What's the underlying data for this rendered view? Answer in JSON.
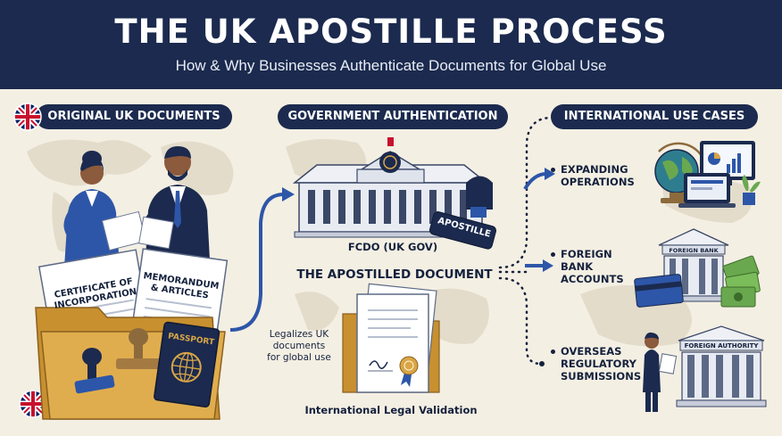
{
  "header": {
    "title": "THE UK APOSTILLE PROCESS",
    "subtitle": "How & Why Businesses Authenticate Documents for Global Use"
  },
  "sections": {
    "original": "ORIGINAL UK DOCUMENTS",
    "government": "GOVERNMENT AUTHENTICATION",
    "international": "INTERNATIONAL USE CASES"
  },
  "documents": {
    "certificate": [
      "CERTIFICATE OF",
      "INCORPORATION"
    ],
    "memorandum": [
      "MEMORANDUM",
      "& ARTICLES"
    ],
    "passport": "PASSPORT"
  },
  "government": {
    "stamp_label": "APOSTILLE",
    "fcdo_label": "FCDO (UK GOV)",
    "apostilled_title": "THE APOSTILLED DOCUMENT",
    "legalizes": [
      "Legalizes UK",
      "documents",
      "for global use"
    ],
    "validation": "International Legal Validation"
  },
  "use_cases": {
    "expanding": [
      "EXPANDING",
      "OPERATIONS"
    ],
    "bank": [
      "FOREIGN",
      "BANK",
      "ACCOUNTS"
    ],
    "regulatory": [
      "OVERSEAS",
      "REGULATORY",
      "SUBMISSIONS"
    ],
    "bank_sign": "FOREIGN BANK",
    "authority_sign": "FOREIGN AUTHORITY"
  },
  "colors": {
    "navy": "#1b2a4e",
    "blue": "#2d56a8",
    "folder": "#d9a646",
    "background": "#f4efe3",
    "uk_red": "#c8102e"
  }
}
